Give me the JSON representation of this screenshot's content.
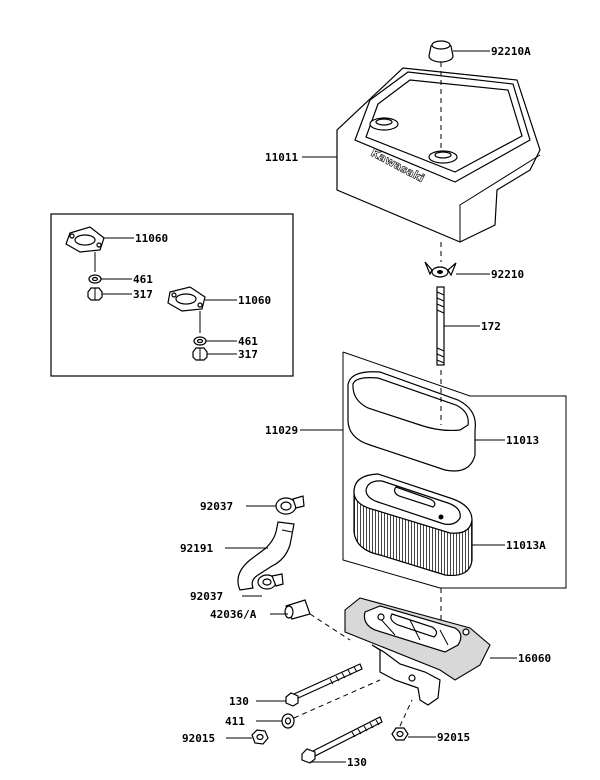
{
  "brand_text": "Kawasaki",
  "labels": {
    "cap": "92210A",
    "cover": "11011",
    "gasket_a": "11060",
    "washer_a": "461",
    "nut_a": "317",
    "gasket_b": "11060",
    "washer_b": "461",
    "nut_b": "317",
    "wing_nut": "92210",
    "stud": "172",
    "assembly": "11029",
    "precleaner": "11013",
    "filter": "11013A",
    "clamp_top": "92037",
    "hose": "92191",
    "clamp_bottom": "92037",
    "fitting": "42036/A",
    "base": "16060",
    "bolt_upper": "130",
    "washer_411": "411",
    "nut_left": "92015",
    "nut_right": "92015",
    "bolt_lower": "130"
  }
}
